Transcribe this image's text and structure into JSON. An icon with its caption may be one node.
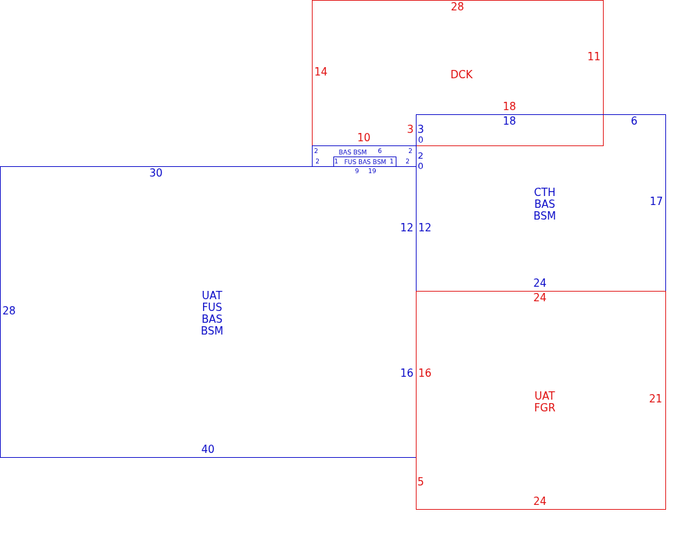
{
  "diagram": {
    "nodes": [
      {
        "text": [
          "DCK"
        ]
      },
      {
        "text": [
          "BAS BSM"
        ]
      },
      {
        "text": [
          "FUS BAS BSM"
        ],
        "in": 1
      },
      {
        "text": [
          "CTH BAS BSM"
        ]
      },
      {
        "text": [
          "UAT FUS BAS BSM"
        ]
      },
      {
        "text": [
          "UAT FGR"
        ]
      }
    ],
    "labels": [
      "28",
      "14",
      "11",
      "18",
      "10",
      "3",
      "3",
      "18",
      "6",
      "0",
      "2",
      "0",
      "2",
      "2",
      "1",
      "6",
      "9",
      "19",
      "1",
      "2",
      "2",
      "30",
      "12",
      "12",
      "17",
      "24",
      "24",
      "28",
      "16",
      "16",
      "21",
      "5",
      "40",
      "24"
    ]
  }
}
